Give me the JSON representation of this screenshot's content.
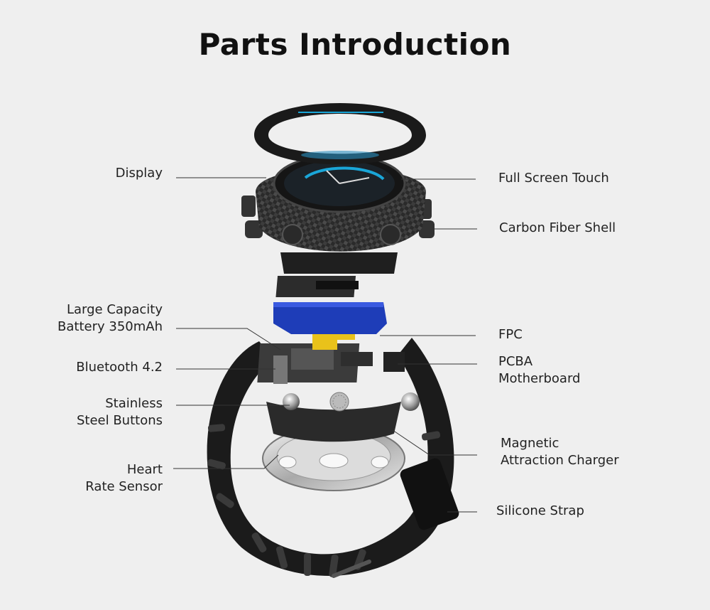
{
  "title": "Parts Introduction",
  "labels_left": {
    "display": "Display",
    "battery": [
      "Large Capacity",
      "Battery 350mAh"
    ],
    "bluetooth": "Bluetooth 4.2",
    "buttons": [
      "Stainless",
      "Steel Buttons"
    ],
    "heart_rate": [
      "Heart",
      "Rate Sensor"
    ]
  },
  "labels_right": {
    "touch": "Full Screen Touch",
    "shell": "Carbon Fiber Shell",
    "fpc": "FPC",
    "pcba": [
      "PCBA",
      "Motherboard"
    ],
    "charger": [
      "Magnetic",
      "Attraction Charger"
    ],
    "strap": "Silicone Strap"
  },
  "colors": {
    "background": "#efefef",
    "battery": "#1e3db8",
    "fpc": "#e9c21a",
    "screen_accent": "#1aa6d8"
  }
}
